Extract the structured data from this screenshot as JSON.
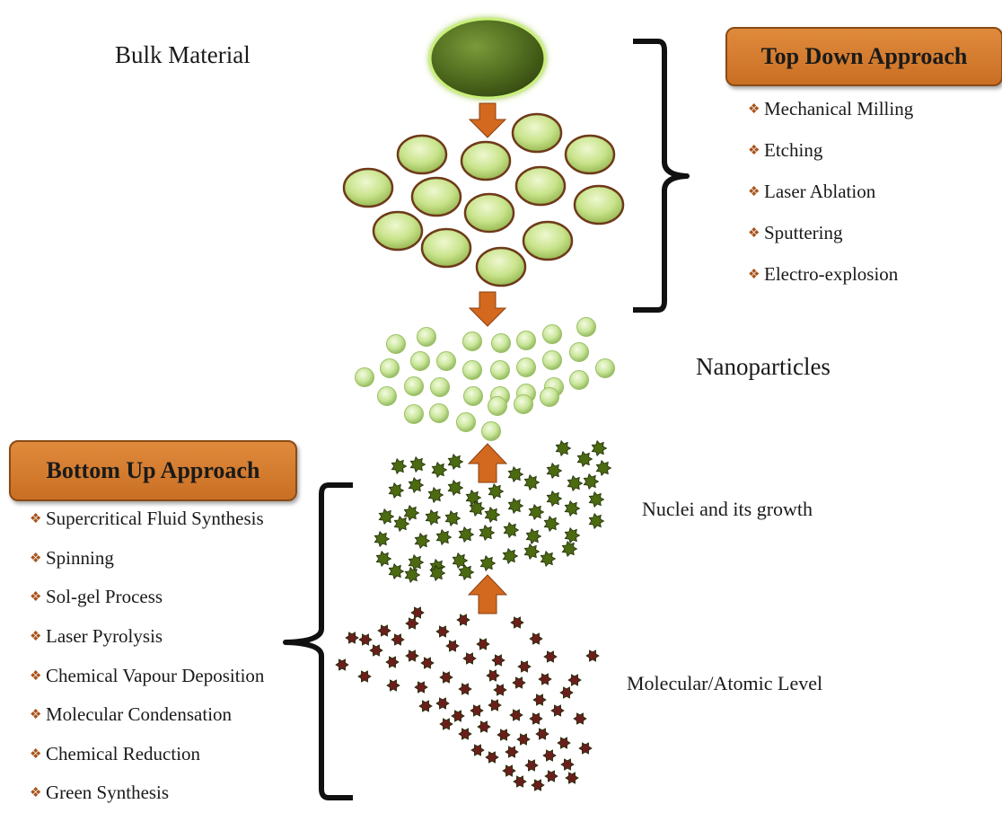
{
  "labels": {
    "bulk": "Bulk Material",
    "nano": "Nanoparticles",
    "nuclei": "Nuclei and its growth",
    "molecular": "Molecular/Atomic Level"
  },
  "top_down": {
    "title": "Top Down Approach",
    "methods": [
      "Mechanical Milling",
      "Etching",
      "Laser Ablation",
      "Sputtering",
      "Electro-explosion"
    ]
  },
  "bottom_up": {
    "title": "Bottom Up Approach",
    "methods": [
      "Supercritical Fluid Synthesis",
      "Spinning",
      "Sol-gel Process",
      "Laser Pyrolysis",
      "Chemical Vapour Deposition",
      "Molecular Condensation",
      "Chemical Reduction",
      "Green Synthesis"
    ]
  },
  "bullet_glyph": "❖",
  "colors": {
    "box_fill": "#d67d33",
    "arrow": "#d2691e",
    "bulk_particle": "#4f6b1f",
    "micro_particle": "#c8e38a",
    "nano_particle": "#c9e69a",
    "nuclei": "#4c6a12",
    "atom": "#6b1f1c"
  }
}
